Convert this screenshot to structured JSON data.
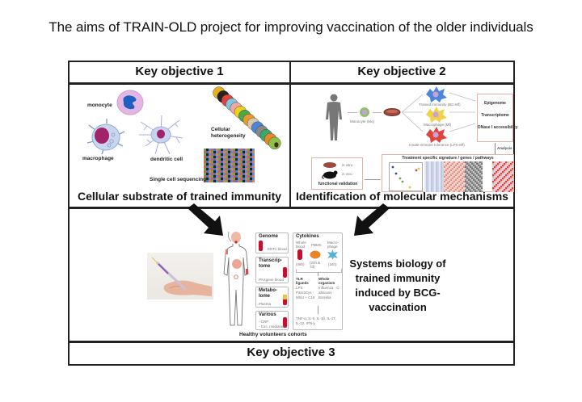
{
  "title": "The aims of TRAIN-OLD project for improving vaccination of the older individuals",
  "objective1": {
    "header": "Key objective 1",
    "labels": {
      "monocyte": "monocyte",
      "macrophage": "macrophage",
      "dendritic_cell": "dendritic cell",
      "cellular_heterogeneity_1": "Cellular",
      "cellular_heterogeneity_2": "heterogeneity",
      "single_cell_sequencing": "Single cell sequencing"
    },
    "caption": "Cellular substrate of trained immunity"
  },
  "objective2": {
    "header": "Key objective 2",
    "labels": {
      "monocyte": "Monocyte (Mo)",
      "trained_immunity": "Trained immunity (BG-Mf)",
      "macrophage": "Macrophage (Mf)",
      "tolerance": "Innate immune tolerance (LPS-Mf)",
      "epigenome": "Epigenome",
      "transcriptome": "Transcriptome",
      "dnase": "DNase I accessibility",
      "analysis": "Analysis",
      "signature": "Treatment specific signature / genes / pathways",
      "in_vitro": "in vitro",
      "in_vivo": "in vivo",
      "functional_validation": "functional validation"
    },
    "caption": "Identification of molecular mechanisms"
  },
  "objective3": {
    "header": "Key objective 3",
    "boxes": {
      "genome": "Genome",
      "genome_sub": "EDTA blood",
      "transcriptome_1": "Transcrip-",
      "transcriptome_2": "tome",
      "transcriptome_sub": "PAXgene blood",
      "metabolome_1": "Metabo-",
      "metabolome_2": "lome",
      "metabolome_sub": "Plasma",
      "various": "Various",
      "various_sub1": "- CRP",
      "various_sub2": "- Circ. mediators",
      "cytokines": "Cytokines",
      "whole_blood": "Whole blood",
      "pbmc": "PBMC",
      "macrophage": "Macro-phage",
      "t48": "(48h)",
      "t24_7d": "(24h & 7d)",
      "t24": "(24h)",
      "tlr": "TLR ligands",
      "tlr_list": "LPS · Pam3Cys · MSU + C16",
      "whole_organism": "Whole organism",
      "organism_list": "Influenza · C. albicans · Borrelia",
      "outputs": "TNF-α, IL-6, IL-1β, IL-17, IL-22, IFN-γ"
    },
    "cohorts": "Healthy volunteers cohorts",
    "systems": [
      "Systems biology of",
      "trained immunity",
      "induced by BCG-",
      "vaccination"
    ]
  }
}
